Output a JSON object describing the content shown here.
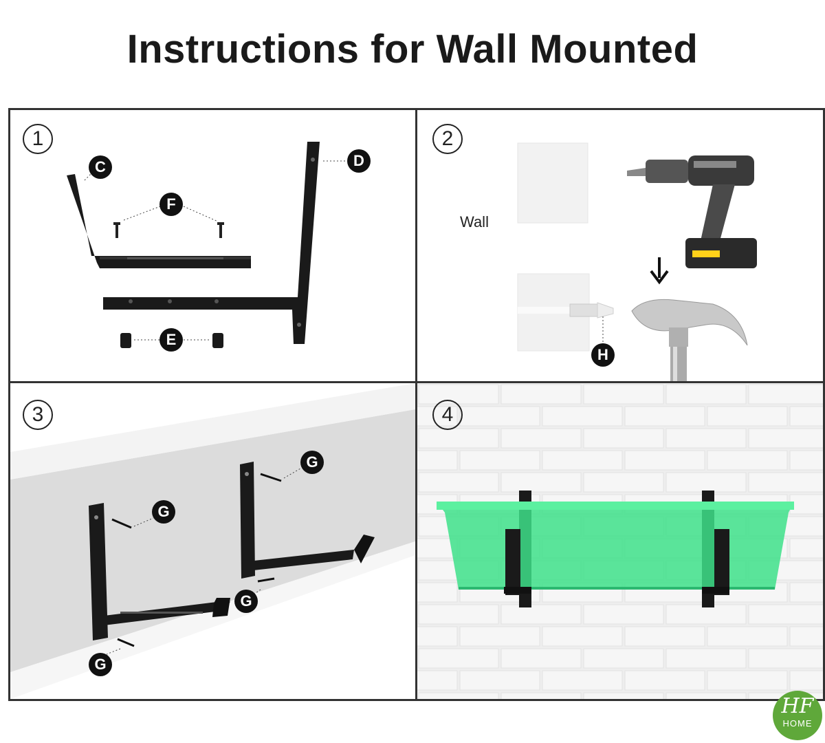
{
  "title": "Instructions for Wall Mounted",
  "steps": [
    {
      "number": "1",
      "callouts": [
        "C",
        "D",
        "F",
        "E"
      ]
    },
    {
      "number": "2",
      "wall_label": "Wall",
      "callouts": [
        "H"
      ]
    },
    {
      "number": "3",
      "callouts": [
        "G",
        "G",
        "G",
        "G"
      ]
    },
    {
      "number": "4"
    }
  ],
  "logo": {
    "mark": "HF",
    "sub": "HOME"
  },
  "colors": {
    "border": "#333333",
    "bracket": "#1a1a1a",
    "planter": "#3ee08a",
    "logo": "#5fa83a"
  }
}
